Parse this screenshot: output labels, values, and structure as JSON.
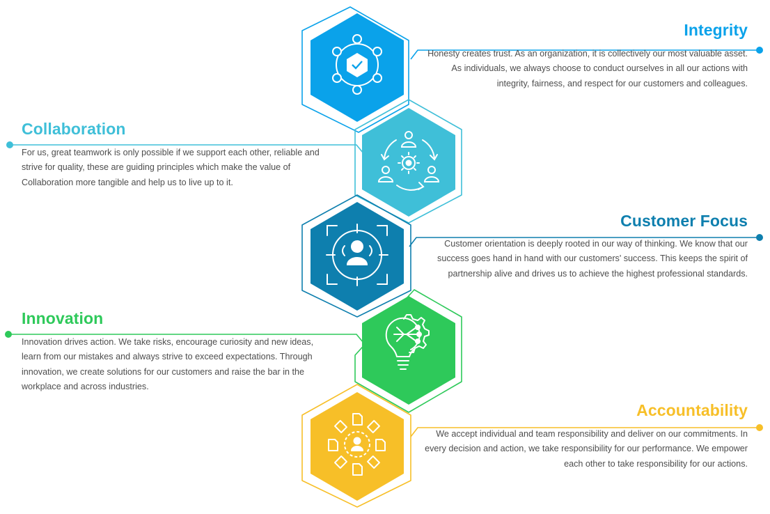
{
  "values": [
    {
      "id": "integrity",
      "title": "Integrity",
      "color": "#0aa2ea",
      "icon": "network-shield-icon",
      "description": "Honesty creates trust. As an organization, it is collectively our most valuable asset. As individuals, we always choose to conduct ourselves in all our actions with integrity, fairness, and respect for our customers and colleagues."
    },
    {
      "id": "collaboration",
      "title": "Collaboration",
      "color": "#3fbfd8",
      "icon": "team-cycle-gear-icon",
      "description": "For us, great teamwork is only possible if we support each other, reliable and strive for quality, these are guiding principles which make the value of Collaboration more tangible and help us to live up to it."
    },
    {
      "id": "customer_focus",
      "title": "Customer Focus",
      "color": "#0e7fae",
      "icon": "customer-target-icon",
      "description": "Customer orientation is deeply rooted in our way of thinking. We know that our success goes hand in hand with our customers' success. This keeps the spirit of partnership alive and drives us to achieve the highest professional standards."
    },
    {
      "id": "innovation",
      "title": "Innovation",
      "color": "#2ec95a",
      "icon": "idea-bulb-gear-icon",
      "description": "Innovation drives action. We take risks, encourage curiosity and new ideas, learn from our mistakes and always strive to exceed expectations. Through innovation, we create solutions for our customers and raise the bar in the workplace and across industries."
    },
    {
      "id": "accountability",
      "title": "Accountability",
      "color": "#f7bf28",
      "icon": "person-documents-icon",
      "description": "We accept individual and team responsibility and deliver on our commitments. In every decision and action, we take responsibility for our performance. We empower each other to take responsibility for our actions."
    }
  ]
}
